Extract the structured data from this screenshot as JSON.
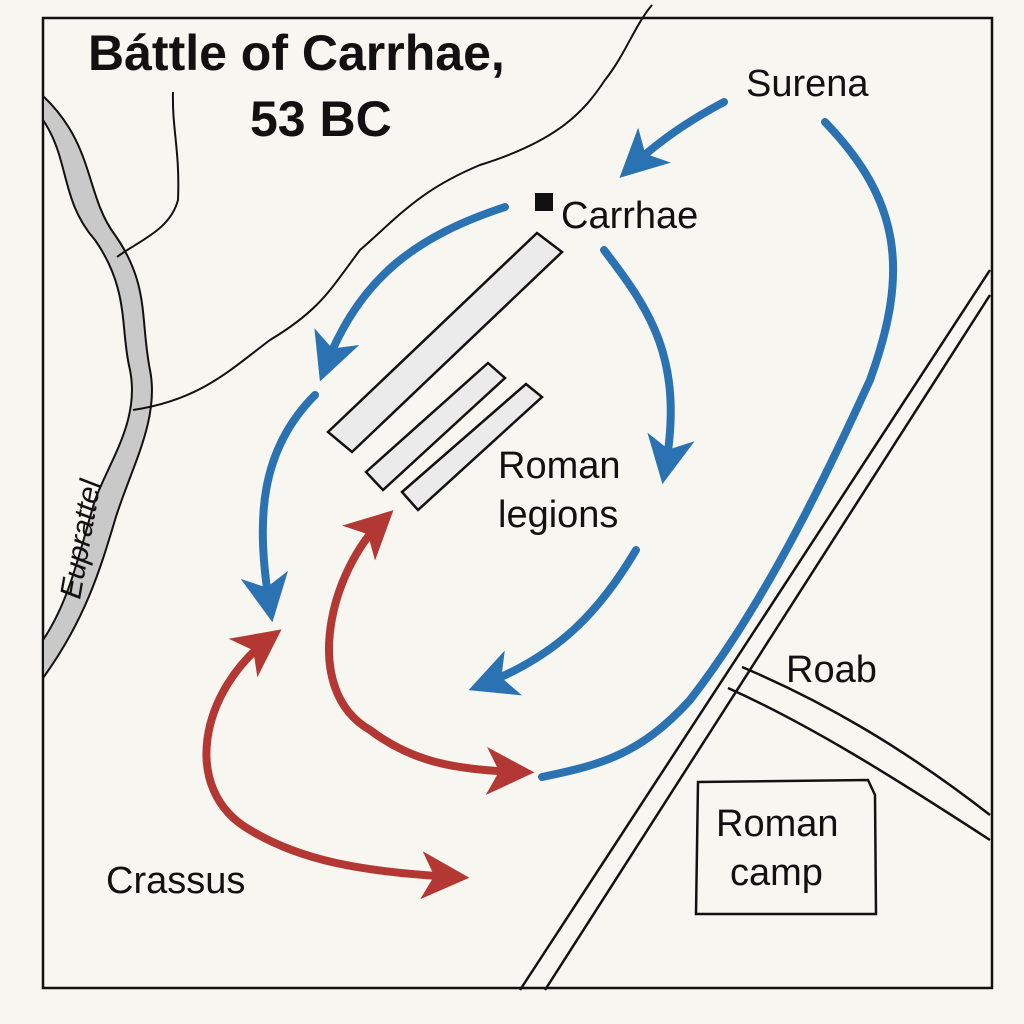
{
  "title": {
    "line1": "Báttle of Carrhae,",
    "line2": "53 BC"
  },
  "labels": {
    "surena": "Surena",
    "carrhae": "Carrhae",
    "roman_legions_1": "Roman",
    "roman_legions_2": "legions",
    "road": "Roab",
    "roman_camp_1": "Roman",
    "roman_camp_2": "camp",
    "crassus": "Crassus",
    "river": "Euprattel"
  },
  "colors": {
    "parthian_blue": "#2b72b3",
    "roman_red": "#b33834",
    "river_fill": "#c9c9c9",
    "background": "#f8f6f1",
    "ink": "#111111"
  }
}
